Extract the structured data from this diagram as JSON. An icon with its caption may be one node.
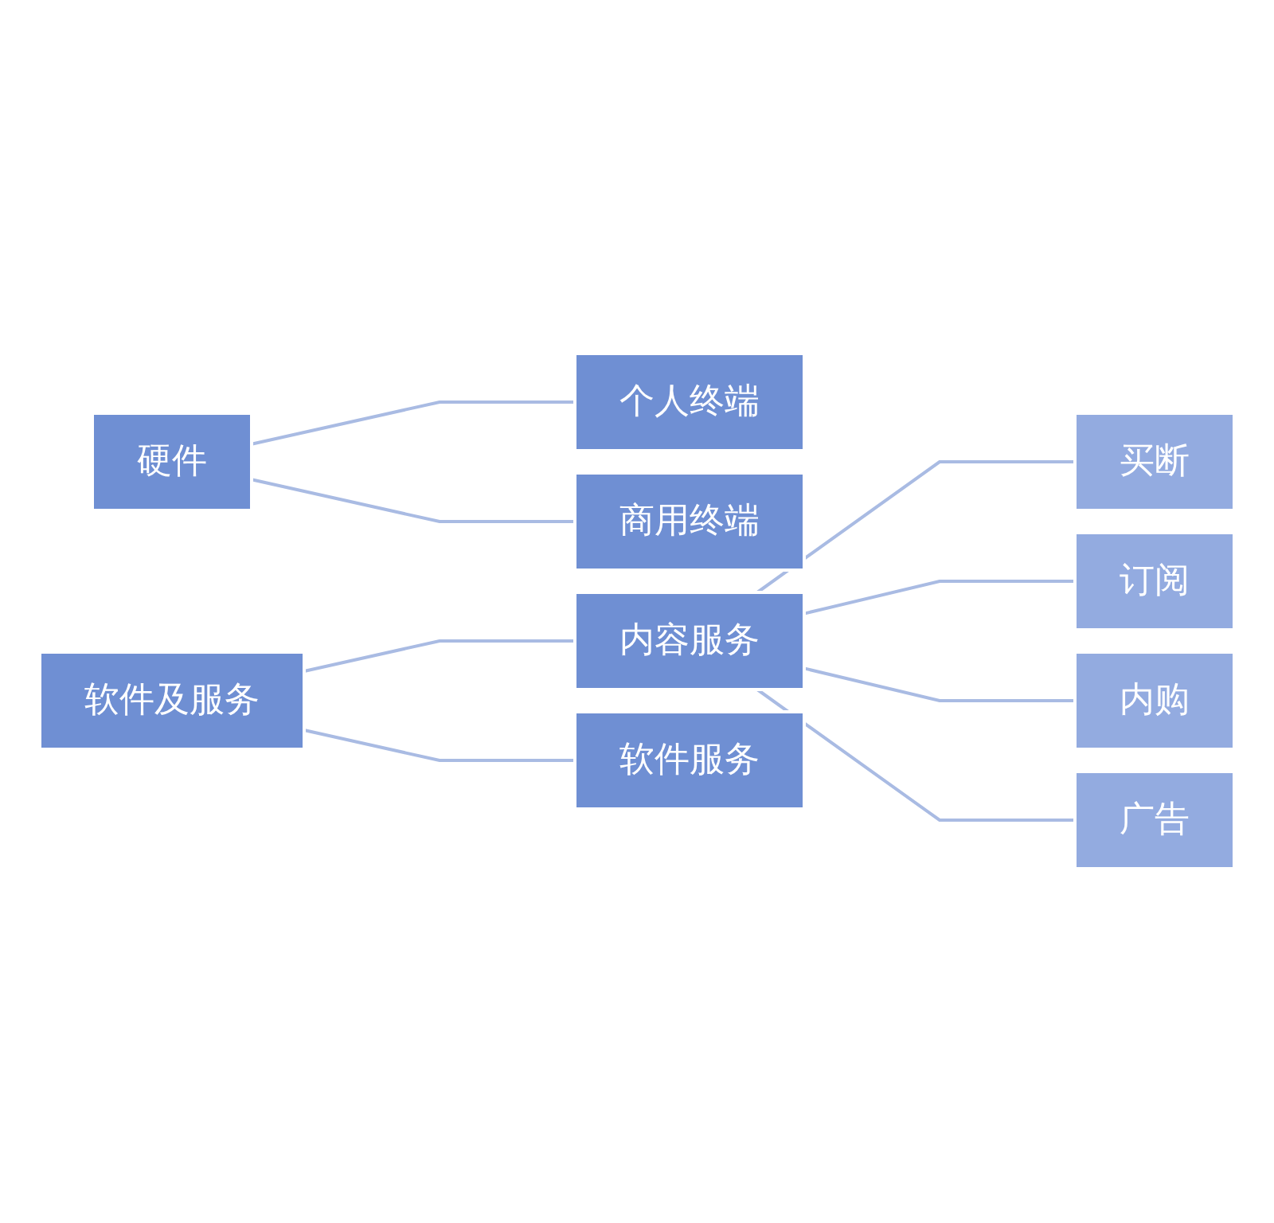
{
  "diagram": {
    "nodes": [
      {
        "text": [
          "硬件"
        ]
      },
      {
        "text": [
          "个人终端"
        ]
      },
      {
        "text": [
          "商用终端"
        ]
      },
      {
        "text": [
          "软件及服务"
        ]
      },
      {
        "text": [
          "内容服务"
        ]
      },
      {
        "text": [
          "软件服务"
        ]
      },
      {
        "text": [
          "买断"
        ]
      },
      {
        "text": [
          "订阅"
        ]
      },
      {
        "text": [
          "内购"
        ]
      },
      {
        "text": [
          "广告"
        ]
      }
    ],
    "edges": [
      {
        "from": 0,
        "to": 1,
        "arrow": "none"
      },
      {
        "from": 0,
        "to": 2,
        "arrow": "none"
      },
      {
        "from": 3,
        "to": 4,
        "arrow": "none"
      },
      {
        "from": 3,
        "to": 5,
        "arrow": "none"
      },
      {
        "from": 4,
        "to": 6,
        "arrow": "none"
      },
      {
        "from": 4,
        "to": 7,
        "arrow": "none"
      },
      {
        "from": 4,
        "to": 8,
        "arrow": "none"
      },
      {
        "from": 4,
        "to": 9,
        "arrow": "none"
      }
    ]
  }
}
